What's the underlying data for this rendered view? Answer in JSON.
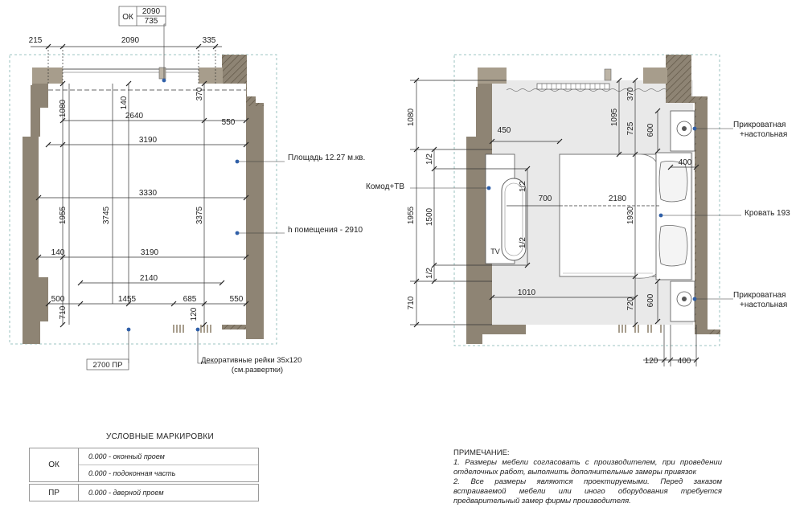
{
  "left_plan": {
    "dims": {
      "top_215": "215",
      "top_2090": "2090",
      "top_335": "335",
      "d1080": "1080",
      "d140": "140",
      "d370": "370",
      "d2640": "2640",
      "d550a": "550",
      "d3190a": "3190",
      "d3330": "3330",
      "d1955": "1955",
      "d3745": "3745",
      "d3375": "3375",
      "d140b": "140",
      "d3190b": "3190",
      "d2140": "2140",
      "d500": "500",
      "d1455": "1455",
      "d685": "685",
      "d550b": "550",
      "d710": "710",
      "d120": "120"
    },
    "window_tag": {
      "code": "ОК",
      "width": "2090",
      "sill": "735"
    },
    "door_tag": "2700 ПР",
    "area_label": "Площадь 12.27 м.кв.",
    "height_label": "h помещения - 2910",
    "slats_label_1": "Декоративные рейки 35x120",
    "slats_label_2": "(см.развертки)"
  },
  "right_plan": {
    "dims": {
      "d1080": "1080",
      "d1955": "1955",
      "d710": "710",
      "d450": "450",
      "h1": "1/2",
      "h2": "1/2",
      "h3": "1/2",
      "h4": "1/2",
      "d1500": "1500",
      "d700": "700",
      "d2180": "2180",
      "d1930": "1930",
      "d1095": "1095",
      "d725": "725",
      "d600a": "600",
      "d400a": "400",
      "d370": "370",
      "d1010": "1010",
      "d720": "720",
      "d600b": "600",
      "d120": "120",
      "d400b": "400"
    },
    "tv_label": "TV",
    "dresser_label": "Комод+ТВ",
    "bed_label": "Кровать 193",
    "nightstand_top_1": "Прикроватная",
    "nightstand_top_2": "+настольная",
    "nightstand_bottom_1": "Прикроватная",
    "nightstand_bottom_2": "+настольная"
  },
  "legend": {
    "title": "УСЛОВНЫЕ МАРКИРОВКИ",
    "rows": [
      {
        "code": "ОК",
        "items": [
          "0.000 - оконный проем",
          "0.000 - подоконная часть"
        ]
      },
      {
        "code": "ПР",
        "items": [
          "0.000 - дверной проем"
        ]
      }
    ]
  },
  "note": {
    "title": "ПРИМЕЧАНИЕ:",
    "line1": "1. Размеры мебели согласовать с производителем, при проведении отделочных работ, выполнить дополнительные замеры привязок",
    "line2": "2. Все размеры являются проектируемыми. Перед заказом встраиваемой мебели или иного оборудования требуется предварительный замер фирмы производителя."
  },
  "colors": {
    "wall": "#8e8474",
    "wall_hatch": "#6d6252",
    "floor": "#e9e9e9",
    "leader_dot": "#2f5fa8",
    "dim_line": "#333333"
  }
}
